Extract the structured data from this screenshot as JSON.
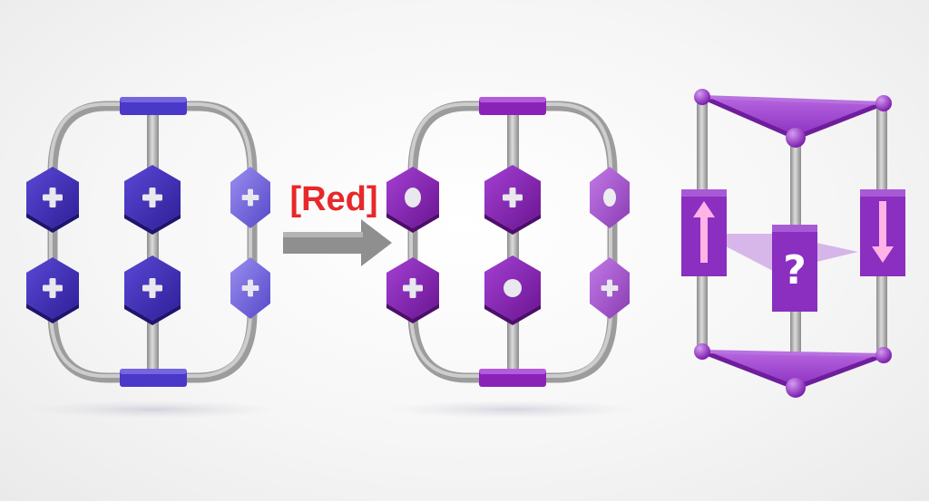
{
  "reaction": {
    "condition_label": "[Red]"
  },
  "colors": {
    "oxidized_blue": "#3f2bb8",
    "reduced_purple": "#8a22b8",
    "prism_purple": "#9a3fcf",
    "frame_gray": "#a9a9a9",
    "arrow_gray": "#8f8f8f",
    "label_red": "#e8282a",
    "symbol_pink": "#ffb3e6"
  },
  "left_cluster": {
    "state": "fully oxidized",
    "site_charges": [
      "plus",
      "plus",
      "plus",
      "plus",
      "plus",
      "plus"
    ]
  },
  "middle_cluster": {
    "state": "partially reduced",
    "site_charges": [
      "neutral",
      "plus",
      "neutral",
      "plus",
      "neutral",
      "plus"
    ]
  },
  "right_prism": {
    "spin_labels": [
      "up-arrow-icon",
      "question-mark",
      "down-arrow-icon"
    ],
    "question_text": "?"
  }
}
